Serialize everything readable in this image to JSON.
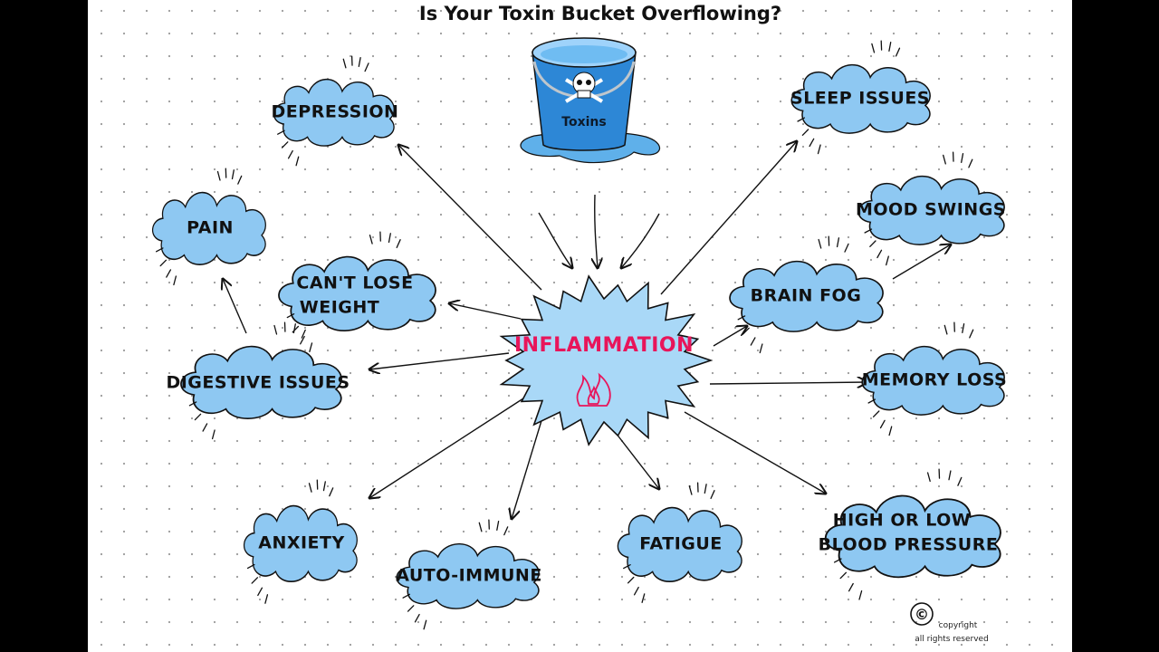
{
  "title": "Is Your Toxin Bucket Overflowing?",
  "bucket": {
    "label": "Toxins"
  },
  "center": {
    "label": "INFLAMMATION"
  },
  "nodes": {
    "depression": "DEPRESSION",
    "pain": "PAIN",
    "cant_lose_weight": [
      "CAN'T LOSE",
      "WEIGHT"
    ],
    "digestive_issues": "DIGESTIVE ISSUES",
    "anxiety": "ANXIETY",
    "auto_immune": "AUTO-IMMUNE",
    "fatigue": "FATIGUE",
    "high_low_bp": [
      "HIGH OR LOW",
      "BLOOD PRESSURE"
    ],
    "memory_loss": "MEMORY LOSS",
    "brain_fog": "BRAIN FOG",
    "mood_swings": "MOOD SWINGS",
    "sleep_issues": "SLEEP ISSUES"
  },
  "copyright": {
    "symbol": "©",
    "line1": "copyright",
    "line2": "all rights reserved"
  },
  "colors": {
    "cloud_fill": "#8ec8f2",
    "cloud_stroke": "#111111",
    "burst_fill": "#a9d8f7",
    "center_text": "#e8155a",
    "bucket_blue": "#2d87d6",
    "page_bg": "#ffffff",
    "letterbox": "#000000"
  }
}
